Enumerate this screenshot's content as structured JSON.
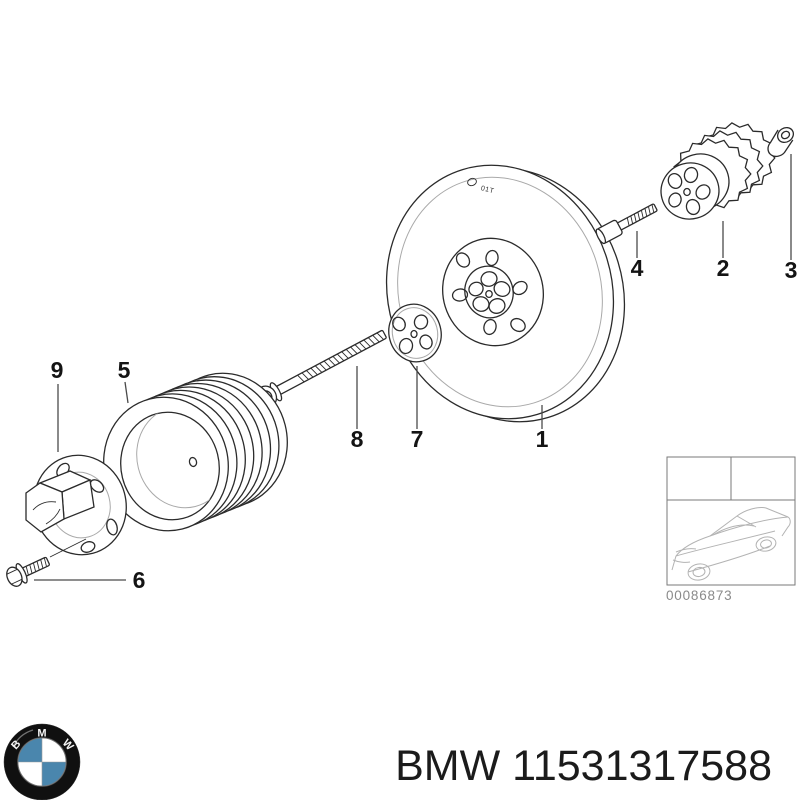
{
  "diagram": {
    "flywheel_marking": "01T",
    "callouts": [
      {
        "number": "1"
      },
      {
        "number": "2"
      },
      {
        "number": "3"
      },
      {
        "number": "4"
      },
      {
        "number": "5"
      },
      {
        "number": "6"
      },
      {
        "number": "7"
      },
      {
        "number": "8"
      },
      {
        "number": "9"
      }
    ],
    "thumbnail": {
      "image_number": "00086873"
    }
  },
  "footer": {
    "brand": "BMW",
    "part_number": "11531317588",
    "logo_letters": [
      "B",
      "M",
      "W"
    ]
  },
  "colors": {
    "line": "#2b2b2b",
    "light_line": "#a9a9a9",
    "car_line": "#b3b3b3",
    "image_number_text": "#8a8a8a",
    "part_number_text": "#1b1b1b",
    "logo_blue": "#4a86ad"
  }
}
